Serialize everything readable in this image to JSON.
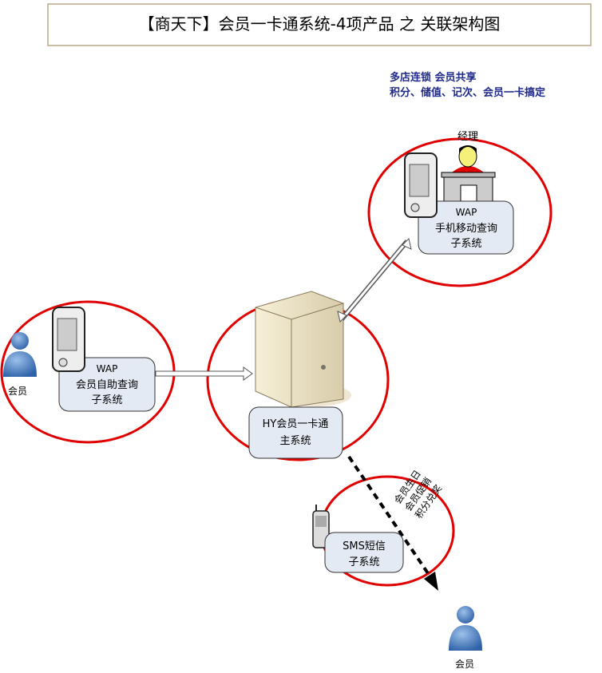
{
  "title": "【商天下】会员一卡通系统-4项产品 之 关联架构图",
  "tagline": {
    "line1": "多店连锁  会员共享",
    "line2": "积分、储值、记次、会员一卡搞定"
  },
  "manager_label": "经理",
  "wap_mobile": {
    "line1": "WAP",
    "line2": "手机移动查询",
    "line3": "子系统"
  },
  "wap_self": {
    "line1": "WAP",
    "line2": "会员自助查询",
    "line3": "子系统"
  },
  "main_system": {
    "line1": "HY会员一卡通",
    "line2": "主系统"
  },
  "sms": {
    "line1": "SMS短信",
    "line2": "子系统"
  },
  "sms_features": {
    "line1": "会员生日",
    "line2": "会员促销",
    "line3": "积分兑奖"
  },
  "member_left_label": "会员",
  "member_bottom_label": "会员",
  "colors": {
    "ring": "#e00000",
    "tagline": "#1f2a8a",
    "box_fill": "#e4eaf4",
    "person": "#4a7fc0"
  }
}
